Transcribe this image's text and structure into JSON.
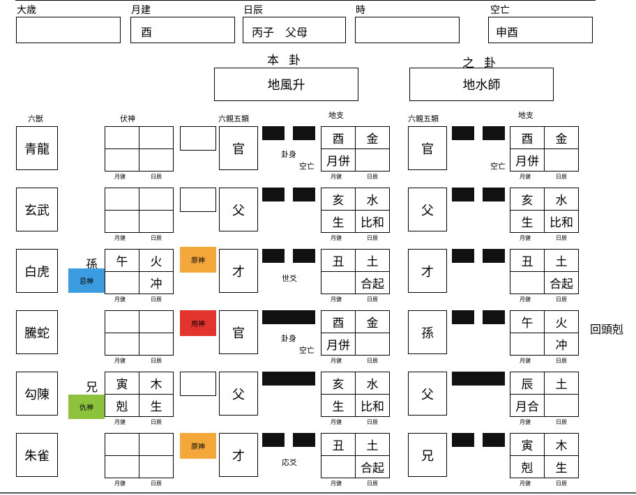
{
  "header": {
    "taisai_label": "大歳",
    "taisai_value": "",
    "getsuken_label": "月建",
    "getsuken_value": "酉",
    "nisshin_label": "日辰",
    "nisshin_value": "丙子　父母",
    "ji_label": "時",
    "ji_value": "",
    "kubo_label": "空亡",
    "kubo_value": "申酉"
  },
  "hongua": {
    "title": "本卦",
    "name": "地風升"
  },
  "zhigua": {
    "title": "之卦",
    "name": "地水師"
  },
  "col_headers": {
    "rokujyu": "六獣",
    "fukushin": "伏神",
    "rokushin1": "六親五類",
    "chishi1": "地支",
    "rokushin2": "六親五類",
    "chishi2": "地支"
  },
  "sub_labels": {
    "gekken": "月健",
    "nisshin": "日辰"
  },
  "colors": {
    "kishin": "#3b9de0",
    "genshin": "#f5a83a",
    "youshin": "#e3332d",
    "kyushin": "#8dc23d"
  },
  "lines": [
    {
      "beast": "青龍",
      "fuk": [
        "",
        "",
        "",
        ""
      ],
      "left_mark": "",
      "tag": "",
      "tag_color": "",
      "rel": "官",
      "yao": "yin",
      "note1": "卦身",
      "note2": "空亡",
      "c1": [
        "酉",
        "金",
        "月併",
        ""
      ],
      "rel2": "官",
      "yao2": "yin",
      "note3": "空亡",
      "c2": [
        "酉",
        "金",
        "月併",
        ""
      ],
      "right": ""
    },
    {
      "beast": "玄武",
      "fuk": [
        "",
        "",
        "",
        ""
      ],
      "left_mark": "",
      "tag": "",
      "tag_color": "",
      "rel": "父",
      "yao": "yin",
      "note1": "",
      "note2": "",
      "c1": [
        "亥",
        "水",
        "生",
        "比和"
      ],
      "rel2": "父",
      "yao2": "yin",
      "note3": "",
      "c2": [
        "亥",
        "水",
        "生",
        "比和"
      ],
      "right": ""
    },
    {
      "beast": "白虎",
      "fuk": [
        "午",
        "火",
        "",
        "冲"
      ],
      "left_mark": "孫",
      "tag": "忌神",
      "tag_color": "kishin",
      "rel": "才",
      "yao": "yin",
      "note1": "",
      "note2": "世爻",
      "c1": [
        "丑",
        "土",
        "",
        "合起"
      ],
      "rel2": "才",
      "yao2": "yin",
      "note3": "",
      "c2": [
        "丑",
        "土",
        "",
        "合起"
      ],
      "right": ""
    },
    {
      "beast": "騰蛇",
      "fuk": [
        "",
        "",
        "",
        ""
      ],
      "left_mark": "",
      "tag": "用神",
      "tag_color": "youshin",
      "rel": "官",
      "yao": "yang",
      "note1": "卦身",
      "note2": "空亡",
      "c1": [
        "酉",
        "金",
        "月併",
        ""
      ],
      "rel2": "孫",
      "yao2": "yin",
      "note3": "",
      "c2": [
        "午",
        "火",
        "",
        "冲"
      ],
      "right": "回頭剋"
    },
    {
      "beast": "勾陳",
      "fuk": [
        "寅",
        "木",
        "剋",
        "生"
      ],
      "left_mark": "兄",
      "tag": "仇神",
      "tag_color": "kyushin",
      "rel": "父",
      "yao": "yang",
      "note1": "",
      "note2": "",
      "c1": [
        "亥",
        "水",
        "生",
        "比和"
      ],
      "rel2": "父",
      "yao2": "yang",
      "note3": "",
      "c2": [
        "辰",
        "土",
        "月合",
        ""
      ],
      "right": ""
    },
    {
      "beast": "朱雀",
      "fuk": [
        "",
        "",
        "",
        ""
      ],
      "left_mark": "",
      "tag": "原神",
      "tag_color": "genshin",
      "rel": "才",
      "yao": "yin",
      "note1": "",
      "note2": "応爻",
      "c1": [
        "丑",
        "土",
        "",
        "合起"
      ],
      "rel2": "兄",
      "yao2": "yin",
      "note3": "",
      "c2": [
        "寅",
        "木",
        "剋",
        "生"
      ],
      "right": ""
    }
  ],
  "extra_tags": {
    "row2_genshin": "原神"
  }
}
